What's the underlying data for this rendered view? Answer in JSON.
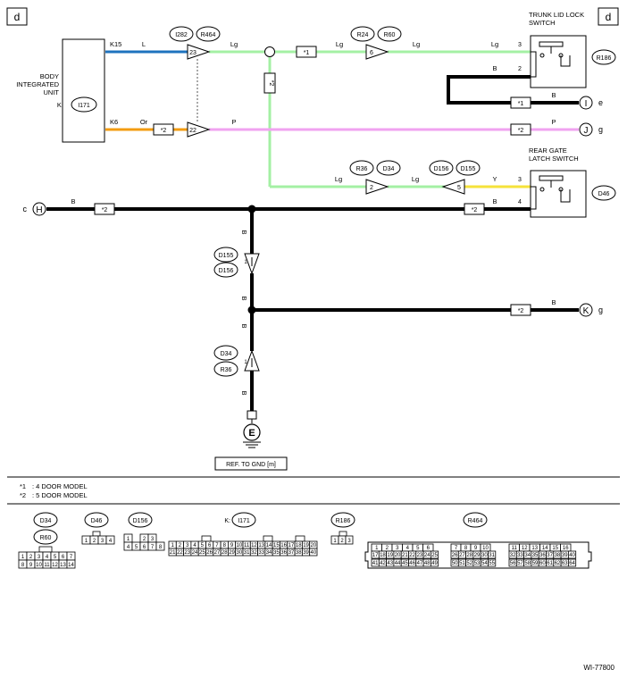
{
  "corner_marks": {
    "left": "d",
    "right": "d"
  },
  "body_unit": {
    "label_lines": [
      "BODY",
      "INTEGRATED",
      "UNIT"
    ],
    "connector_prefix": "K:",
    "connector": "I171",
    "pin_k15": "K15",
    "pin_k6": "K6"
  },
  "wire_labels": {
    "L": "L",
    "Or": "Or",
    "Lg": "Lg",
    "P": "P",
    "B": "B",
    "Y": "Y"
  },
  "connectors": {
    "I282": "I282",
    "R464": "R464",
    "R24": "R24",
    "R60": "R60",
    "R36": "R36",
    "D34": "D34",
    "D156": "D156",
    "D155": "D155",
    "R186": "R186",
    "D46": "D46"
  },
  "pins": {
    "p23": "23",
    "p22": "22",
    "p6": "6",
    "p2": "2",
    "p5": "5",
    "p3": "3",
    "p4": "4",
    "p1": "1"
  },
  "notes": {
    "star1": "*1",
    "star2": "*2"
  },
  "switches": {
    "trunk_lines": [
      "TRUNK LID LOCK",
      "SWITCH"
    ],
    "rear_lines": [
      "REAR GATE",
      "LATCH SWITCH"
    ]
  },
  "terminals": {
    "I": "I",
    "J": "J",
    "H": "H",
    "K": "K",
    "E": "E",
    "e": "e",
    "g": "g",
    "c": "c"
  },
  "ground_ref": "REF. TO GND [m]",
  "legend": [
    {
      "mark": "*1",
      "text": ": 4 DOOR MODEL"
    },
    {
      "mark": "*2",
      "text": ": 5 DOOR MODEL"
    }
  ],
  "connector_views": {
    "d34_label": "D34",
    "r60_label": "R60",
    "d34_rows": [
      [
        "1",
        "2",
        "3",
        "4",
        "5",
        "6",
        "7"
      ],
      [
        "8",
        "9",
        "10",
        "11",
        "12",
        "13",
        "14"
      ]
    ],
    "d46_label": "D46",
    "d46_pins": [
      "1",
      "2",
      "3",
      "4"
    ],
    "d156_label": "D156",
    "d156_rows": [
      [
        "1",
        "",
        "2",
        "3"
      ],
      [
        "4",
        "5",
        "6",
        "7",
        "8"
      ]
    ],
    "i171_prefix": "K:",
    "i171_label": "I171",
    "i171_rows": [
      [
        "1",
        "2",
        "3",
        "4",
        "5",
        "6",
        "7",
        "8",
        "9",
        "10",
        "11",
        "12",
        "13",
        "14",
        "15",
        "16",
        "17",
        "18",
        "19",
        "20"
      ],
      [
        "21",
        "22",
        "23",
        "24",
        "25",
        "26",
        "27",
        "28",
        "29",
        "30",
        "31",
        "32",
        "33",
        "34",
        "35",
        "36",
        "37",
        "38",
        "39",
        "40"
      ]
    ],
    "r186_label": "R186",
    "r186_pins": [
      "1",
      "2",
      "3"
    ],
    "r464_label": "R464",
    "r464_blocks": [
      {
        "top": [
          "1",
          "2",
          "3",
          "4",
          "5",
          "6"
        ],
        "rows": [
          [
            "17",
            "18",
            "19",
            "20",
            "21",
            "22",
            "23",
            "24",
            "25"
          ],
          [
            "41",
            "42",
            "43",
            "44",
            "45",
            "46",
            "47",
            "48",
            "49"
          ]
        ]
      },
      {
        "top": [
          "7",
          "8",
          "9",
          "10"
        ],
        "rows": [
          [
            "26",
            "27",
            "28",
            "29",
            "30",
            "31"
          ],
          [
            "50",
            "51",
            "52",
            "53",
            "54",
            "55"
          ]
        ]
      },
      {
        "top": [
          "11",
          "12",
          "13",
          "14",
          "15",
          "16"
        ],
        "rows": [
          [
            "32",
            "33",
            "34",
            "35",
            "36",
            "37",
            "38",
            "39",
            "40"
          ],
          [
            "56",
            "57",
            "58",
            "59",
            "60",
            "61",
            "62",
            "63",
            "64"
          ]
        ]
      }
    ]
  },
  "drawing_code": "WI-77800"
}
